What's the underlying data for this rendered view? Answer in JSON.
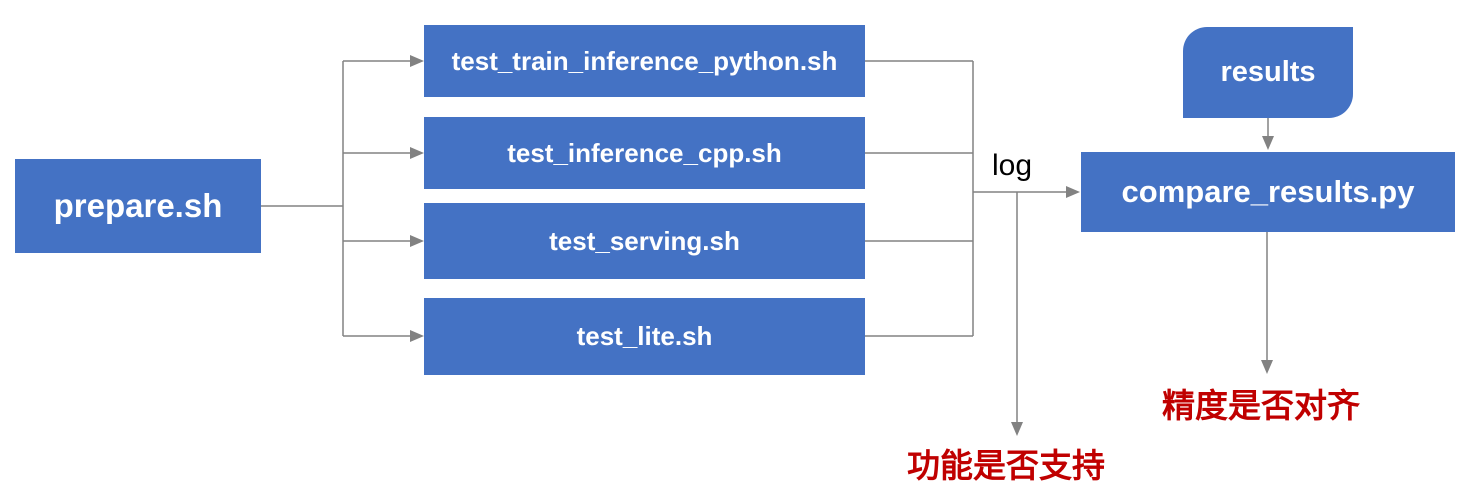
{
  "diagram": {
    "nodes": {
      "prepare": {
        "label": "prepare.sh"
      },
      "tests": [
        {
          "label": "test_train_inference_python.sh"
        },
        {
          "label": "test_inference_cpp.sh"
        },
        {
          "label": "test_serving.sh"
        },
        {
          "label": "test_lite.sh"
        }
      ],
      "results": {
        "label": "results"
      },
      "compare": {
        "label": "compare_results.py"
      }
    },
    "edge_labels": {
      "log": "log"
    },
    "annotations": {
      "accuracy": "精度是否对齐",
      "functionality": "功能是否支持"
    },
    "colors": {
      "node_fill": "#4472C4",
      "node_text": "#ffffff",
      "connector": "#828282",
      "edge_label_text": "#000000",
      "annotation_text": "#C00000",
      "background": "#ffffff"
    }
  }
}
